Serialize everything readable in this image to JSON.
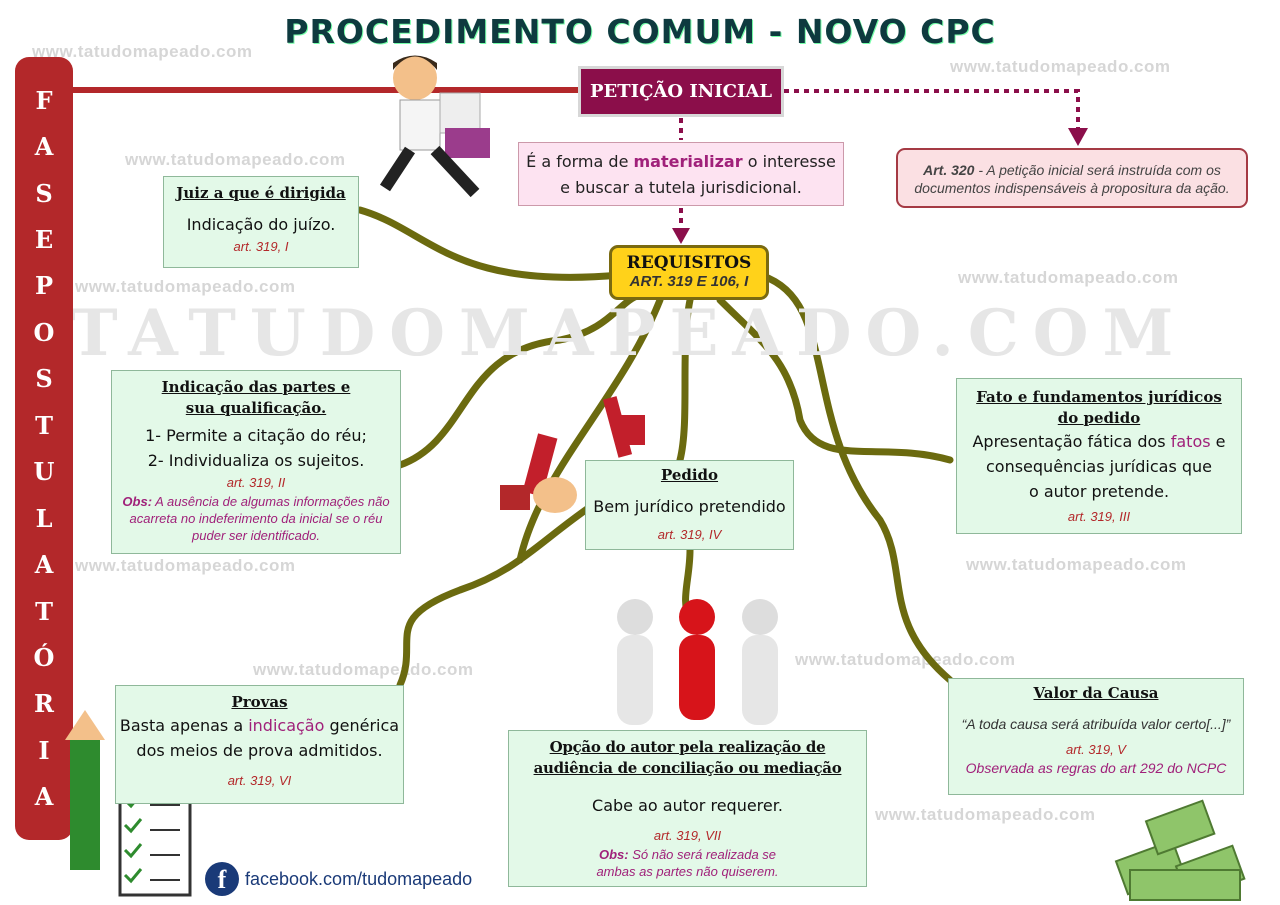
{
  "title": "PROCEDIMENTO COMUM - NOVO CPC",
  "watermark": "www.tatudomapeado.com",
  "big_watermark": "TATUDOMAPEADO.COM",
  "sidebar_letters": [
    "F",
    "A",
    "S",
    "E",
    "P",
    "O",
    "S",
    "T",
    "U",
    "L",
    "A",
    "T",
    "Ó",
    "R",
    "I",
    "A"
  ],
  "peticao": "PETIÇÃO INICIAL",
  "definition": {
    "pre": "É a forma de ",
    "highlight": "materializar",
    "post": " o interesse",
    "line2": "e buscar a tutela jurisdicional."
  },
  "art320": {
    "bold": "Art. 320",
    "text": " - A petição inicial será instruída com os documentos indispensáveis à propositura da ação."
  },
  "requisitos": {
    "title": "REQUISITOS",
    "sub": "ART. 319 E 106, I"
  },
  "juiz": {
    "title": "Juiz a que é dirigida",
    "body": "Indicação do juízo.",
    "art": "art. 319, I"
  },
  "partes": {
    "title1": "Indicação das partes e",
    "title2": "sua qualificação.",
    "item1": "1- Permite a citação do réu;",
    "item2": "2- Individualiza os sujeitos.",
    "art": "art. 319, II",
    "obs_label": "Obs:",
    "obs": " A ausência de algumas informações não acarreta no indeferimento da inicial se o réu puder ser identificado."
  },
  "pedido": {
    "title": "Pedido",
    "body": "Bem jurídico pretendido",
    "art": "art. 319, IV"
  },
  "fato": {
    "title1": "Fato e fundamentos jurídicos",
    "title2": "do pedido",
    "pre": "Apresentação fática dos ",
    "highlight": "fatos",
    "post": " e",
    "line2": "consequências jurídicas que",
    "line3": "o autor pretende.",
    "art": "art. 319, III"
  },
  "provas": {
    "title": "Provas",
    "pre": "Basta apenas a ",
    "highlight": "indicação",
    "post": " genérica",
    "line2": "dos meios de prova admitidos.",
    "art": "art. 319, VI"
  },
  "opcao": {
    "title1": "Opção do autor pela realização de",
    "title2": "audiência de conciliação ou mediação",
    "body": "Cabe ao autor requerer.",
    "art": "art. 319, VII",
    "obs_label": "Obs:",
    "obs": " Só não será realizada se ambas as partes não quiserem."
  },
  "valor": {
    "title": "Valor da Causa",
    "quote": "“A toda causa será atribuída valor certo[...]”",
    "art": "art. 319, V",
    "note": "Observada as regras do art 292 do NCPC"
  },
  "facebook": {
    "icon": "f",
    "text": "facebook.com/tudomapeado"
  }
}
